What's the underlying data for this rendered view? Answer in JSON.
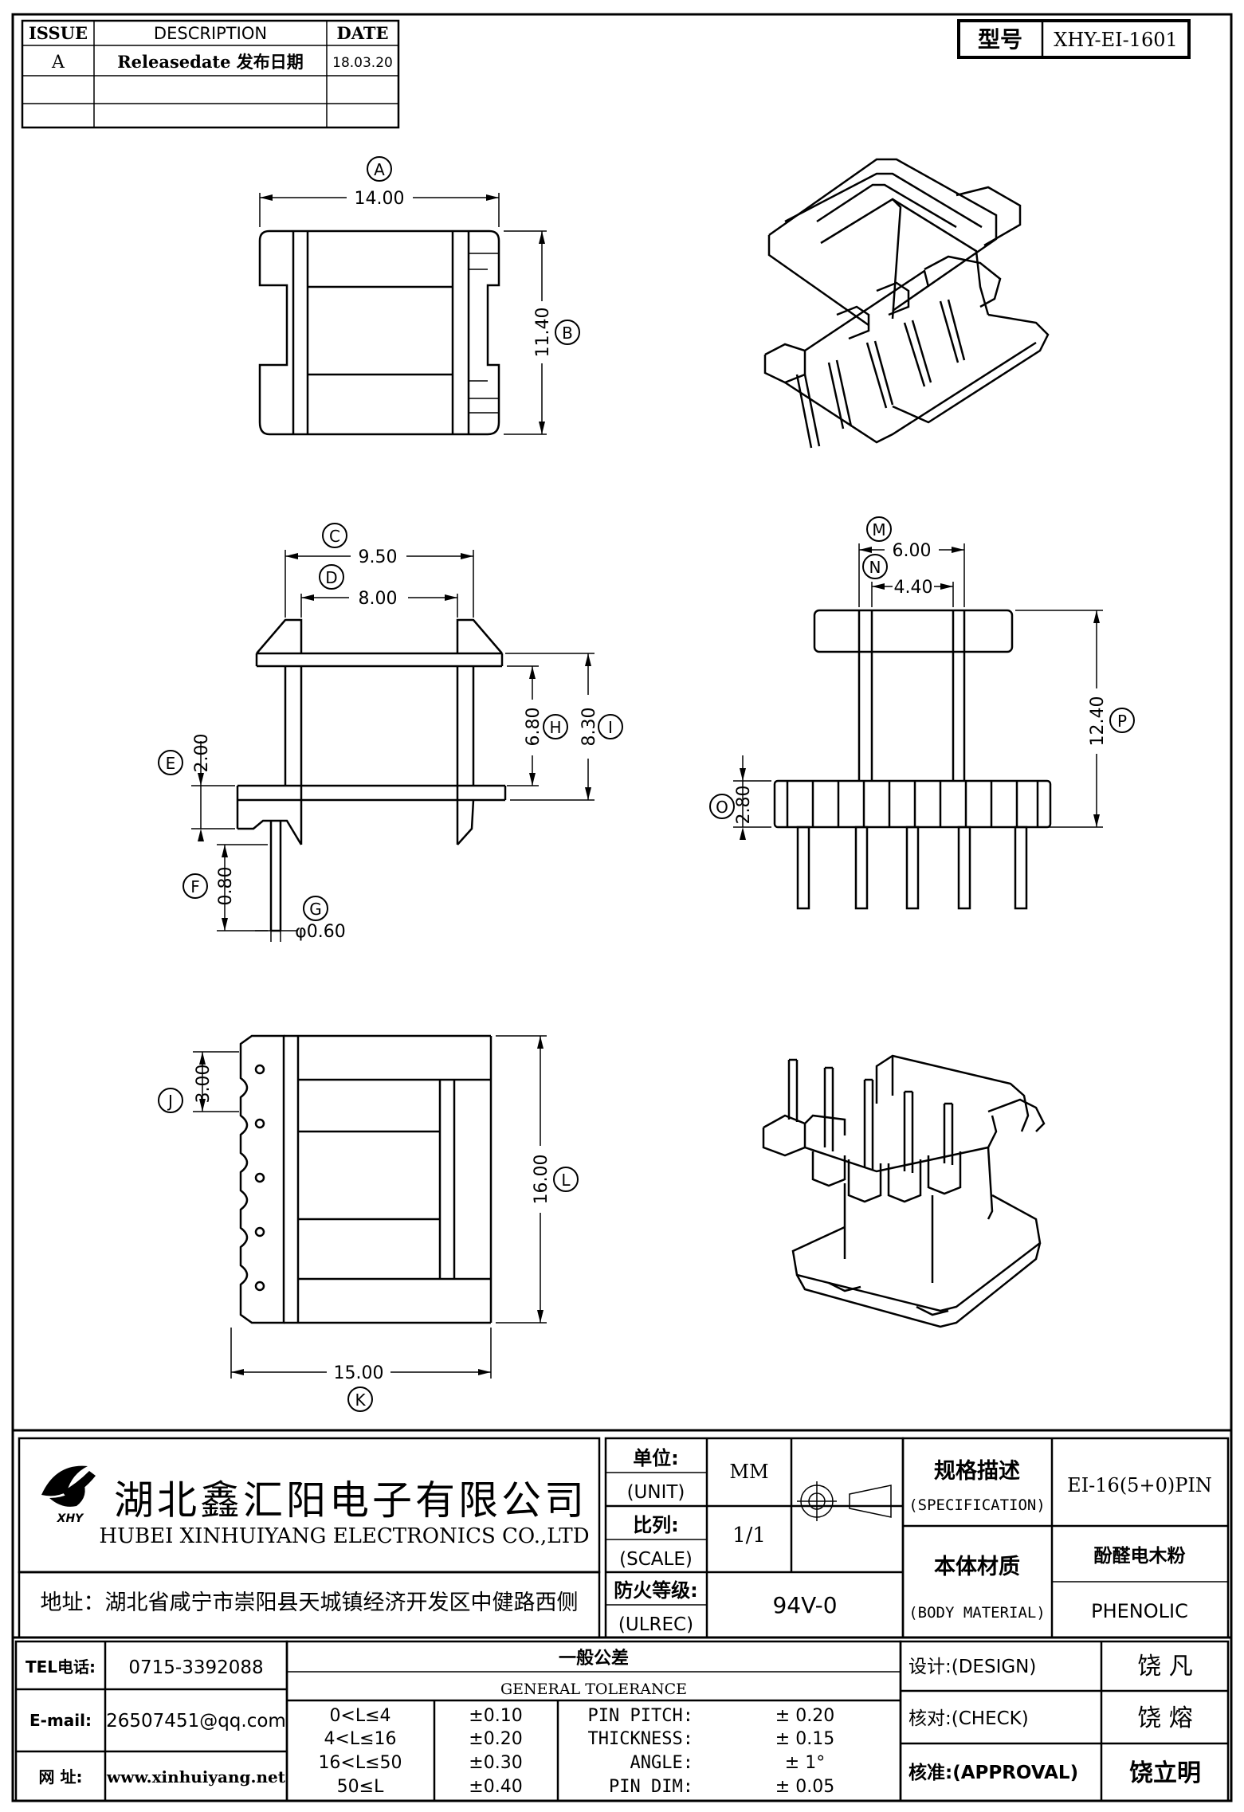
{
  "revision_table": {
    "headers": [
      "ISSUE",
      "DESCRIPTION",
      "DATE"
    ],
    "rows": [
      {
        "issue": "A",
        "description": "Releasedate 发布日期",
        "date": "18.03.20"
      },
      {
        "issue": "",
        "description": "",
        "date": ""
      },
      {
        "issue": "",
        "description": "",
        "date": ""
      }
    ]
  },
  "model": {
    "label": "型号",
    "value": "XHY-EI-1601"
  },
  "dimensions": {
    "A": {
      "letter": "A",
      "value": "14.00"
    },
    "B": {
      "letter": "B",
      "value": "11.40"
    },
    "C": {
      "letter": "C",
      "value": "9.50"
    },
    "D": {
      "letter": "D",
      "value": "8.00"
    },
    "E": {
      "letter": "E",
      "value": "2.00"
    },
    "F": {
      "letter": "F",
      "value": "0.80"
    },
    "G": {
      "letter": "G",
      "value": "φ0.60"
    },
    "H": {
      "letter": "H",
      "value": "6.80"
    },
    "I": {
      "letter": "I",
      "value": "8.30"
    },
    "J": {
      "letter": "J",
      "value": "3.00"
    },
    "K": {
      "letter": "K",
      "value": "15.00"
    },
    "L": {
      "letter": "L",
      "value": "16.00"
    },
    "M": {
      "letter": "M",
      "value": "6.00"
    },
    "N": {
      "letter": "N",
      "value": "4.40"
    },
    "O": {
      "letter": "O",
      "value": "2.80"
    },
    "P": {
      "letter": "P",
      "value": "12.40"
    }
  },
  "company": {
    "name_cn": "湖北鑫汇阳电子有限公司",
    "name_en": "HUBEI XINHUIYANG ELECTRONICS CO.,LTD",
    "logo_text": "XHY",
    "address": "地址：湖北省咸宁市崇阳县天城镇经济开发区中健路西侧"
  },
  "unit": {
    "label_cn": "单位:",
    "label_en": "(UNIT)",
    "value": "MM"
  },
  "scale": {
    "label_cn": "比列:",
    "label_en": "(SCALE)",
    "value": "1/1"
  },
  "ulrec": {
    "label_cn": "防火等级:",
    "label_en": "(ULREC)",
    "value": "94V-0"
  },
  "specification": {
    "label_cn": "规格描述",
    "label_en": "(SPECIFICATION)",
    "value": "EI-16(5+0)PIN"
  },
  "material": {
    "label_cn": "本体材质",
    "label_en": "(BODY MATERIAL)",
    "value_cn": "酚醛电木粉",
    "value_en": "PHENOLIC"
  },
  "contact": {
    "tel_label": "TEL电话:",
    "tel": "0715-3392088",
    "email_label": "E-mail:",
    "email": "26507451@qq.com",
    "web_label": "网  址:",
    "web": "www.xinhuiyang.net"
  },
  "tolerance": {
    "title_cn": "一般公差",
    "title_en": "GENERAL TOLERANCE",
    "ranges": [
      {
        "range": "0<L≤4",
        "tol": "±0.10"
      },
      {
        "range": "4<L≤16",
        "tol": "±0.20"
      },
      {
        "range": "16<L≤50",
        "tol": "±0.30"
      },
      {
        "range": "50≤L",
        "tol": "±0.40"
      }
    ],
    "specs": [
      {
        "name": "PIN PITCH:",
        "value": "±  0.20"
      },
      {
        "name": "THICKNESS:",
        "value": "±  0.15"
      },
      {
        "name": "ANGLE:",
        "value": "±  1°"
      },
      {
        "name": "PIN DIM:",
        "value": "±  0.05"
      }
    ]
  },
  "signoff": {
    "design_label": "设计:(DESIGN)",
    "design": "饶  凡",
    "check_label": "核对:(CHECK)",
    "check": "饶  熔",
    "approval_label": "核准:(APPROVAL)",
    "approval": "饶立明"
  }
}
